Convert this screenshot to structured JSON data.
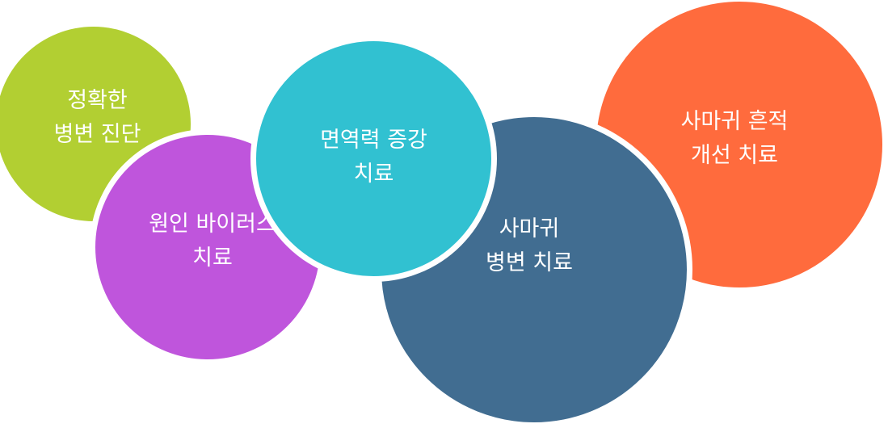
{
  "bubbles": {
    "diagnosis": {
      "line1": "정확한",
      "line2": "병변 진단",
      "color": "#b2cf32"
    },
    "virus": {
      "line1": "원인 바이러스",
      "line2": "치료",
      "color": "#bf55dc"
    },
    "immune": {
      "line1": "면역력 증강",
      "line2": "치료",
      "color": "#31c1d1"
    },
    "wart": {
      "line1": "사마귀",
      "line2": "병변 치료",
      "color": "#416d91"
    },
    "scar": {
      "line1": "사마귀 흔적",
      "line2": "개선 치료",
      "color": "#ff6b3d"
    }
  }
}
